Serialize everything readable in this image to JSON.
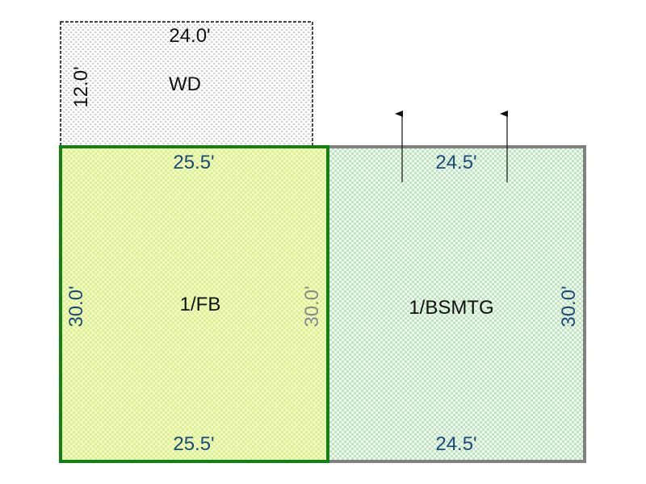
{
  "sketch": {
    "colors": {
      "dim_blue": "#1a4a7a",
      "dim_gray": "#888888",
      "label_black": "#111111",
      "fb_fill": "#e6f7a0",
      "fb_border": "#138013",
      "bsmtg_fill": "#cdebcd",
      "bsmtg_border": "#808080",
      "wd_fill": "#d9d9d9",
      "wd_border": "#111111"
    },
    "areas": [
      {
        "id": "wd",
        "label": "WD",
        "dims": {
          "top": "24.0'",
          "left": "12.0'"
        }
      },
      {
        "id": "fb",
        "label": "1/FB",
        "dims": {
          "top": "25.5'",
          "bottom": "25.5'",
          "left": "30.0'",
          "right": "30.0'"
        }
      },
      {
        "id": "bsmtg",
        "label": "1/BSMTG",
        "dims": {
          "top": "24.5'",
          "bottom": "24.5'",
          "right": "30.0'"
        }
      }
    ],
    "arrows": [
      {
        "id": "arrow-1"
      },
      {
        "id": "arrow-2"
      }
    ]
  }
}
